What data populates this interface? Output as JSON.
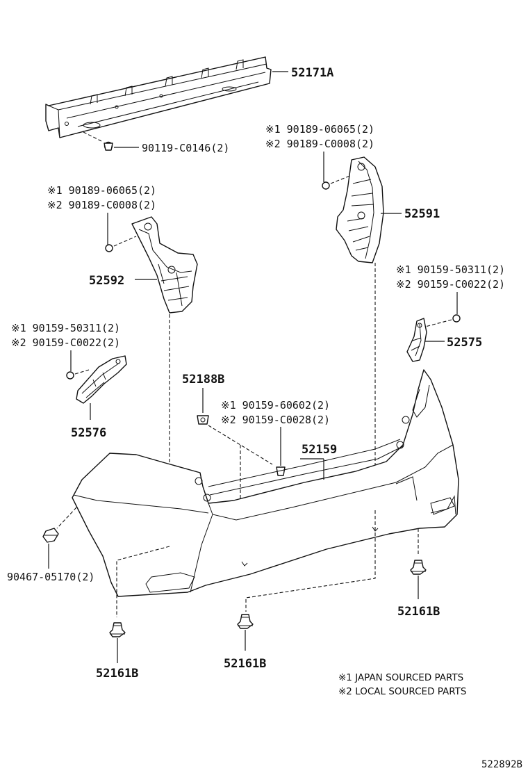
{
  "diagram": {
    "part_labels": {
      "reinforcement": "52171A",
      "retainer_right": "52591",
      "retainer_left": "52592",
      "extension_right": "52575",
      "extension_left": "52576",
      "clip_top": "52188B",
      "bumper_cover": "52159",
      "clip_left": "52161B",
      "clip_center": "52161B",
      "clip_right": "52161B"
    },
    "fastener_labels": {
      "reinforcement_bolt": "90119-C0146(2)",
      "retainer_right_nut_1": "※1 90189-06065(2)",
      "retainer_right_nut_2": "※2 90189-C0008(2)",
      "retainer_left_nut_1": "※1 90189-06065(2)",
      "retainer_left_nut_2": "※2 90189-C0008(2)",
      "extension_right_screw_1": "※1 90159-50311(2)",
      "extension_right_screw_2": "※2 90159-C0022(2)",
      "extension_left_screw_1": "※1 90159-50311(2)",
      "extension_left_screw_2": "※2 90159-C0022(2)",
      "cover_screw_1": "※1 90159-60602(2)",
      "cover_screw_2": "※2 90159-C0028(2)",
      "side_clip": "90467-05170(2)"
    },
    "legend": {
      "note_1": "※1 JAPAN SOURCED PARTS",
      "note_2": "※2 LOCAL SOURCED PARTS"
    },
    "reference_number": "522892B"
  }
}
